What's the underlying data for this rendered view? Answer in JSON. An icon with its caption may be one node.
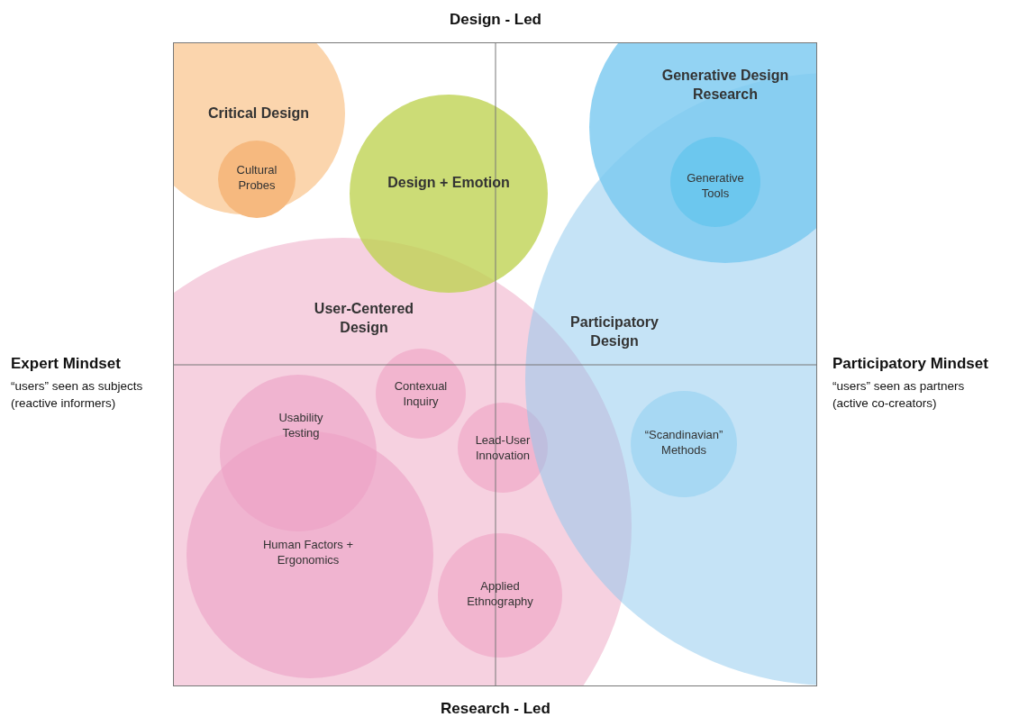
{
  "diagram": {
    "nodes": [
      {
        "text": [
          "Critical Design"
        ]
      },
      {
        "text": [
          "Cultural Probes"
        ],
        "in": 0
      },
      {
        "text": [
          "Design + Emotion"
        ]
      },
      {
        "text": [
          "Generative Design Research"
        ]
      },
      {
        "text": [
          "Generative Tools"
        ]
      },
      {
        "text": [
          "User-Centered Design"
        ]
      },
      {
        "text": [
          "Participatory Design"
        ]
      },
      {
        "text": [
          "Contexual Inquiry"
        ],
        "in": 5
      },
      {
        "text": [
          "Usability Testing"
        ],
        "in": 5
      },
      {
        "text": [
          "Lead-User Innovation"
        ],
        "in": 5
      },
      {
        "text": [
          "“Scandinavian” Methods"
        ],
        "in": 6
      },
      {
        "text": [
          "Human Factors + Ergonomics"
        ],
        "in": 5
      },
      {
        "text": [
          "Applied Ethnography"
        ],
        "in": 5
      }
    ],
    "labels": [
      "Design - Led",
      "Expert Mindset",
      "“users” seen as subjects (reactive informers)",
      "Participatory Mindset",
      "“users” seen as partners (active co-creators)",
      "Research - Led"
    ]
  }
}
